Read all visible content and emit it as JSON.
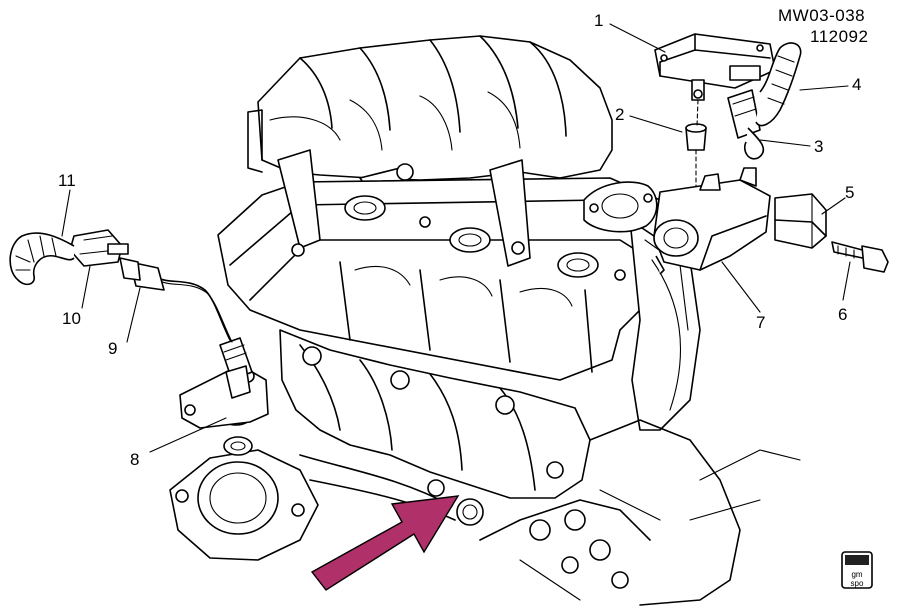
{
  "reference": {
    "code": "MW03-038",
    "date": "112092"
  },
  "callouts": [
    {
      "id": 1,
      "label": "1"
    },
    {
      "id": 2,
      "label": "2"
    },
    {
      "id": 3,
      "label": "3"
    },
    {
      "id": 4,
      "label": "4"
    },
    {
      "id": 5,
      "label": "5"
    },
    {
      "id": 6,
      "label": "6"
    },
    {
      "id": 7,
      "label": "7"
    },
    {
      "id": 8,
      "label": "8"
    },
    {
      "id": 9,
      "label": "9"
    },
    {
      "id": 10,
      "label": "10"
    },
    {
      "id": 11,
      "label": "11"
    }
  ],
  "logo": {
    "line1": "gm",
    "line2": "spo"
  },
  "colors": {
    "line": "#000000",
    "background": "#ffffff",
    "arrow": "#b0306a"
  }
}
